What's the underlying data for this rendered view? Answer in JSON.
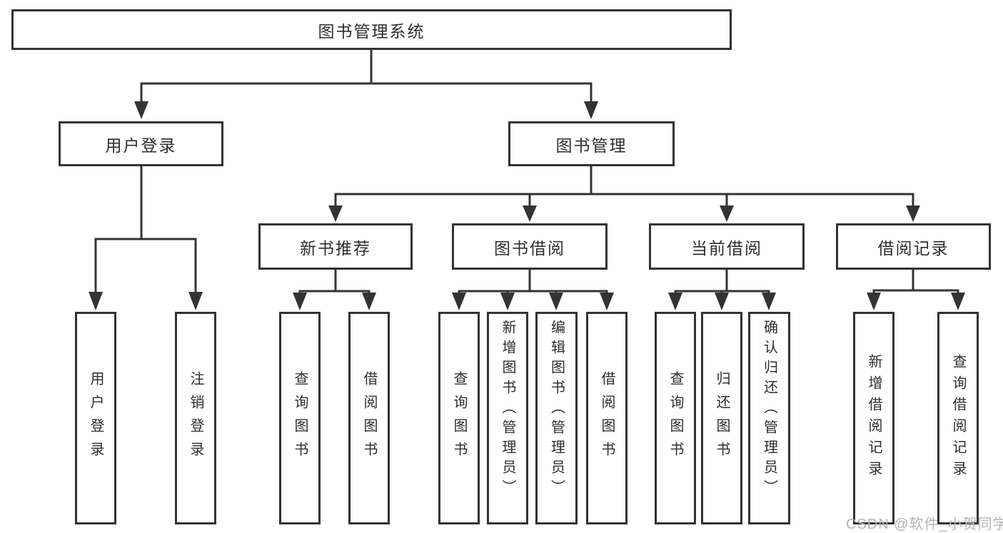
{
  "diagram": {
    "root": {
      "label": "图书管理系统"
    },
    "level1": [
      {
        "label": "用户登录"
      },
      {
        "label": "图书管理"
      }
    ],
    "level2": [
      {
        "label": "新书推荐",
        "parent": "图书管理"
      },
      {
        "label": "图书借阅",
        "parent": "图书管理"
      },
      {
        "label": "当前借阅",
        "parent": "图书管理"
      },
      {
        "label": "借阅记录",
        "parent": "图书管理"
      }
    ],
    "leaves": [
      {
        "label": "用户登录",
        "parent": "用户登录"
      },
      {
        "label": "注销登录",
        "parent": "用户登录"
      },
      {
        "label": "查询图书",
        "parent": "新书推荐"
      },
      {
        "label": "借阅图书",
        "parent": "新书推荐"
      },
      {
        "label": "查询图书",
        "parent": "图书借阅"
      },
      {
        "label": "新增图书（管理员）",
        "parent": "图书借阅"
      },
      {
        "label": "编辑图书（管理员）",
        "parent": "图书借阅"
      },
      {
        "label": "借阅图书",
        "parent": "图书借阅"
      },
      {
        "label": "查询图书",
        "parent": "当前借阅"
      },
      {
        "label": "归还图书",
        "parent": "当前借阅"
      },
      {
        "label": "确认归还（管理员）",
        "parent": "当前借阅"
      },
      {
        "label": "新增借阅记录",
        "parent": "借阅记录"
      },
      {
        "label": "查询借阅记录",
        "parent": "借阅记录"
      }
    ]
  },
  "watermark": "CSDN @软件_小贺同学",
  "colors": {
    "line": "#333333",
    "text": "#2e2e2e",
    "box_background": "#ffffff",
    "page_background": "#ffffff",
    "watermark": "#b5b5b5"
  }
}
